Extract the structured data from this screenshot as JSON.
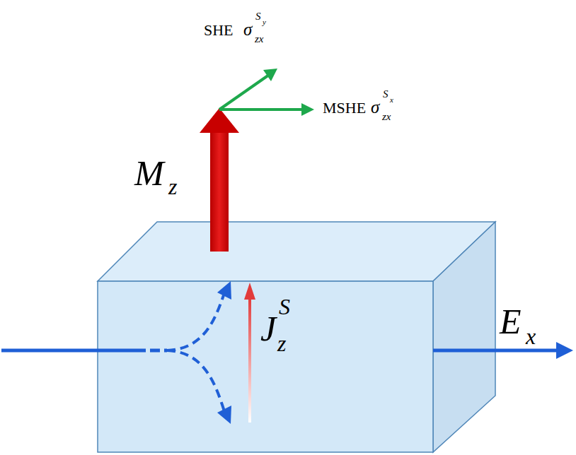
{
  "diagram": {
    "labels": [
      "SHE",
      "σ",
      "zx",
      "S",
      "y",
      "MSHE",
      "σ",
      "zx",
      "S",
      "x",
      "M",
      "z",
      "J",
      "z",
      "S",
      "E",
      "x"
    ]
  }
}
